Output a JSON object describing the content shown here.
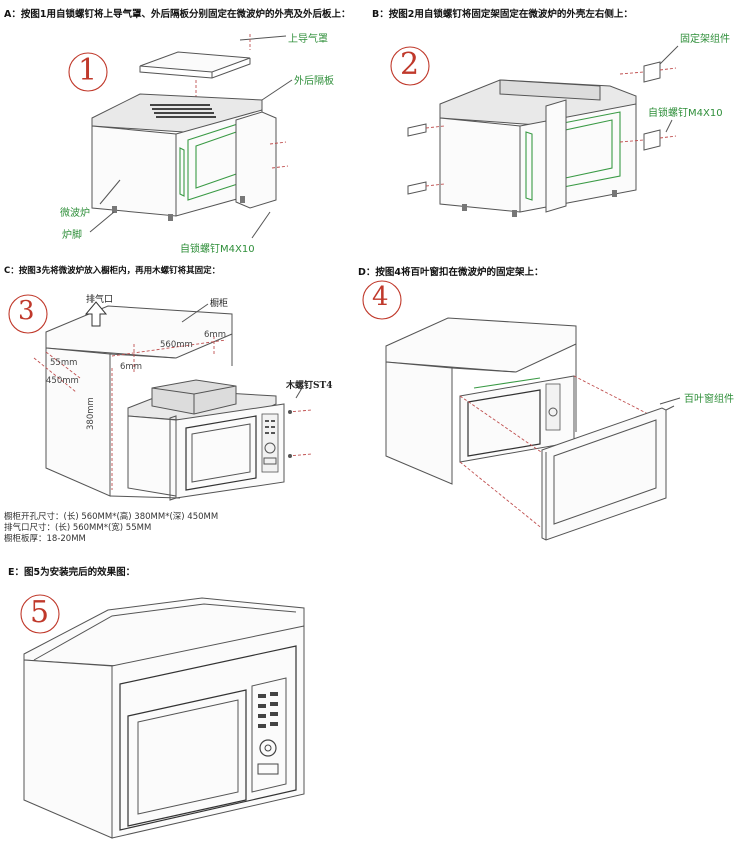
{
  "steps": [
    {
      "id": "A",
      "caption": "A：按图1用自锁螺钉将上导气罩、外后隔板分别固定在微波炉的外壳及外后板上：",
      "number": "1",
      "labels": {
        "top_duct": "上导气罩",
        "rear_panel": "外后隔板",
        "microwave": "微波炉",
        "feet": "炉脚",
        "screw": "自锁螺钉M4X10"
      }
    },
    {
      "id": "B",
      "caption": "B：按图2用自锁螺钉将固定架固定在微波炉的外壳左右侧上：",
      "number": "2",
      "labels": {
        "bracket": "固定架组件",
        "screw": "自锁螺钉M4X10"
      }
    },
    {
      "id": "C",
      "caption": "C：按图3先将微波炉放入橱柜内，再用木螺钉将其固定：",
      "number": "3",
      "labels": {
        "exhaust": "排气口",
        "cabinet": "橱柜",
        "wood_screw": "木螺钉ST4"
      },
      "dims": {
        "width": "560mm",
        "gap": "6mm",
        "depth_a": "55mm",
        "depth_b": "450mm",
        "height": "380mm",
        "side": "6mm"
      },
      "specs": [
        "橱柜开孔尺寸：(长) 560MM*(高) 380MM*(深) 450MM",
        "排气口尺寸：(长) 560MM*(宽) 55MM",
        "橱柜板厚：18-20MM"
      ]
    },
    {
      "id": "D",
      "caption": "D：按图4将百叶窗扣在微波炉的固定架上：",
      "number": "4",
      "labels": {
        "louver": "百叶窗组件"
      }
    },
    {
      "id": "E",
      "caption": "E：图5为安装完后的效果图：",
      "number": "5"
    }
  ]
}
